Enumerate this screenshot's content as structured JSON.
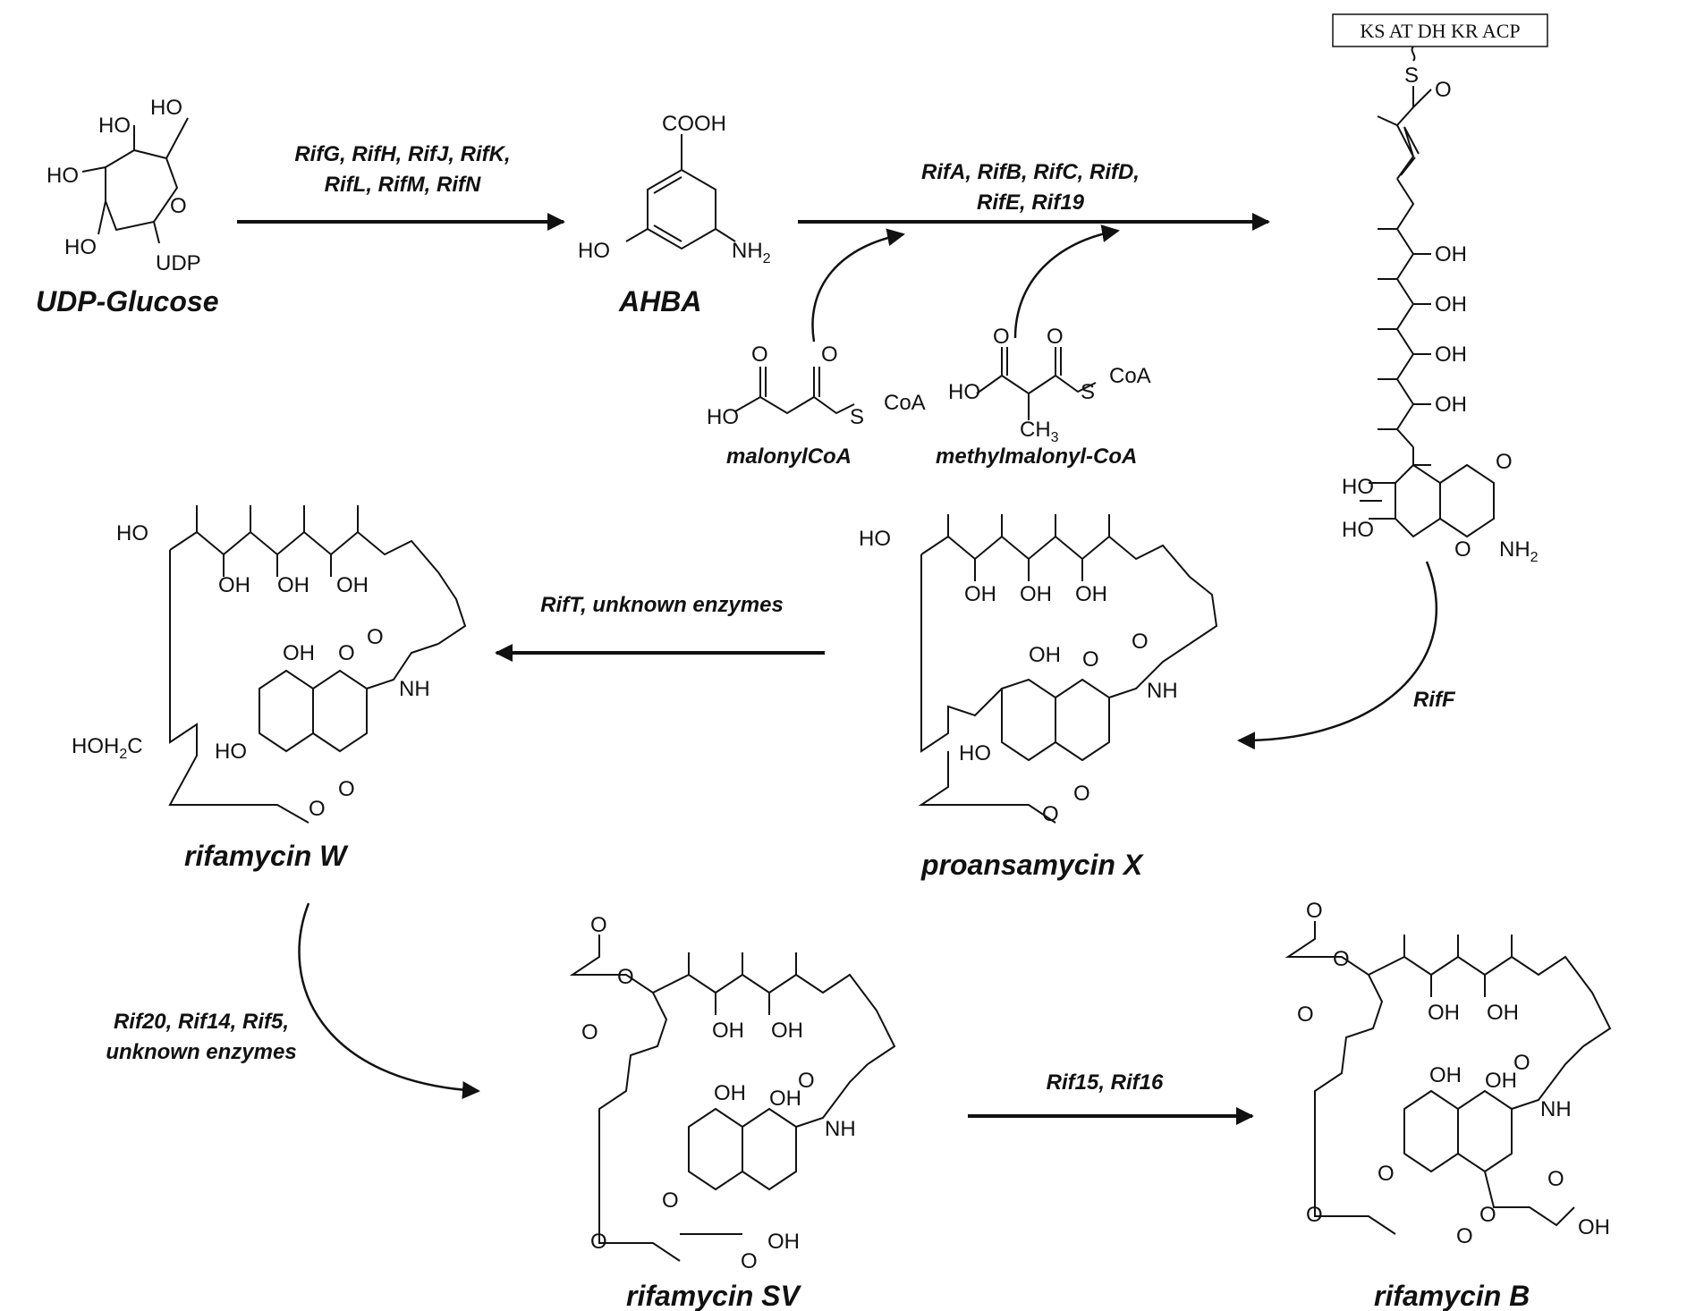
{
  "compounds": {
    "udp_glucose": "UDP-Glucose",
    "ahba": "AHBA",
    "malonyl": "malonylCoA",
    "methylmalonyl": "methylmalonyl-CoA",
    "proansamycin": "proansamycin X",
    "rifamycin_w": "rifamycin W",
    "rifamycin_sv": "rifamycin SV",
    "rifamycin_b": "rifamycin B"
  },
  "enzymes": {
    "step1_line1": "RifG, RifH, RifJ, RifK,",
    "step1_line2": "RifL, RifM, RifN",
    "step2_line1": "RifA, RifB, RifC, RifD,",
    "step2_line2": "RifE, Rif19",
    "step3": "RifF",
    "step4": "RifT, unknown enzymes",
    "step5_line1": "Rif20, Rif14, Rif5,",
    "step5_line2": "unknown enzymes",
    "step6": "Rif15, Rif16"
  },
  "pks_domains": "KS AT DH KR ACP",
  "atoms": {
    "ho": "HO",
    "oh": "OH",
    "o": "O",
    "udp": "UDP",
    "cooh": "COOH",
    "nh2": "NH",
    "sub2": "2",
    "s": "S",
    "coa": "CoA",
    "ch3": "CH",
    "sub3": "3",
    "nh": "NH",
    "hoh2c": "HOH",
    "c": "C"
  }
}
